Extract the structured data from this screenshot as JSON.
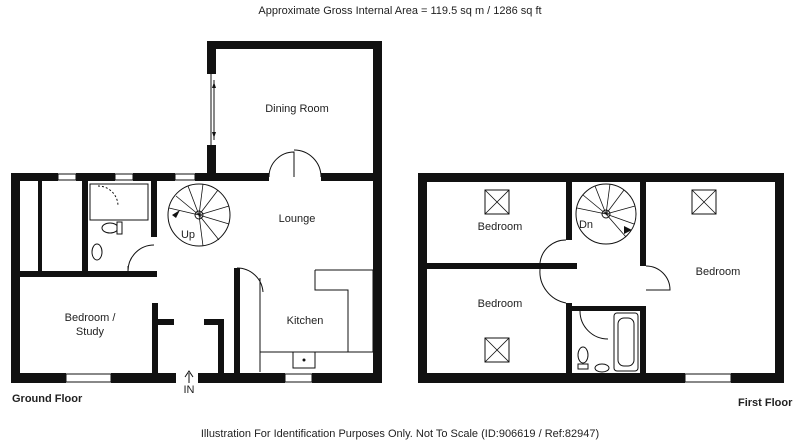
{
  "header": {
    "area_text": "Approximate Gross Internal Area  = 119.5 sq m / 1286 sq ft"
  },
  "footer": {
    "disclaimer": "Illustration For Identification Purposes Only. Not To Scale (ID:906619 / Ref:82947)"
  },
  "ground_floor": {
    "label": "Ground Floor",
    "rooms": {
      "dining_room": "Dining Room",
      "lounge": "Lounge",
      "kitchen": "Kitchen",
      "bedroom_study_line1": "Bedroom /",
      "bedroom_study_line2": "Study"
    },
    "stair_label": "Up",
    "entrance_label": "IN"
  },
  "first_floor": {
    "label": "First Floor",
    "rooms": {
      "bedroom_top_left": "Bedroom",
      "bedroom_bottom_left": "Bedroom",
      "bedroom_right": "Bedroom"
    },
    "stair_label": "Dn"
  }
}
